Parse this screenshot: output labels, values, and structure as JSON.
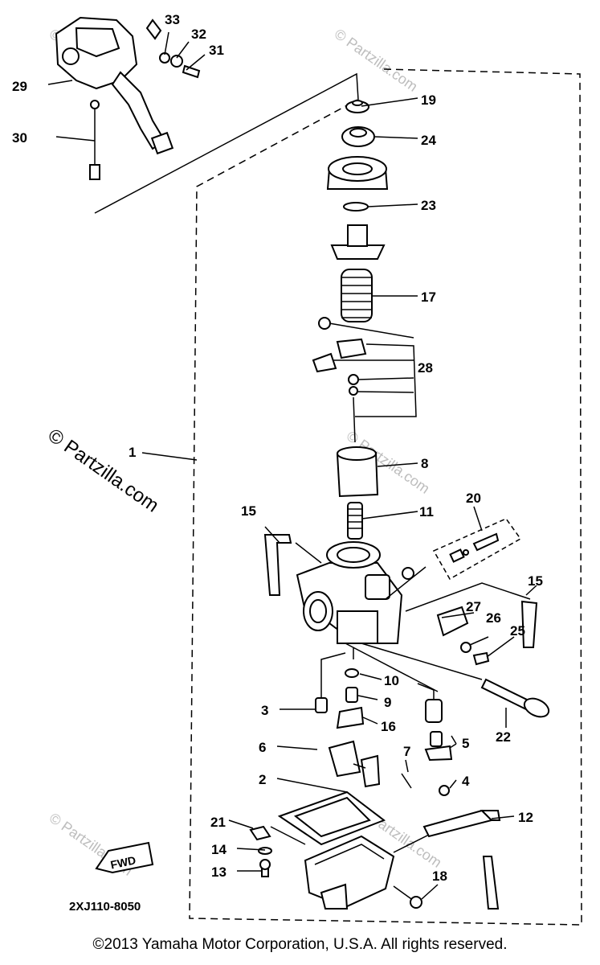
{
  "diagram": {
    "code": "2XJ110-8050",
    "fwd_label": "FWD",
    "copyright": "©2013  Yamaha Motor Corporation, U.S.A. All rights reserved.",
    "watermark_main": "© Partzilla.com",
    "watermark_small": "© Partzilla.com",
    "callouts": {
      "c1": "1",
      "c2": "2",
      "c3": "3",
      "c4": "4",
      "c5": "5",
      "c6": "6",
      "c7": "7",
      "c8": "8",
      "c9": "9",
      "c10": "10",
      "c11": "11",
      "c12": "12",
      "c13": "13",
      "c14": "14",
      "c15a": "15",
      "c15b": "15",
      "c16": "16",
      "c17": "17",
      "c18": "18",
      "c19": "19",
      "c20": "20",
      "c21": "21",
      "c22": "22",
      "c23": "23",
      "c24": "24",
      "c25": "25",
      "c26": "26",
      "c27": "27",
      "c28": "28",
      "c29": "29",
      "c30": "30",
      "c31": "31",
      "c32": "32",
      "c33": "33"
    }
  }
}
